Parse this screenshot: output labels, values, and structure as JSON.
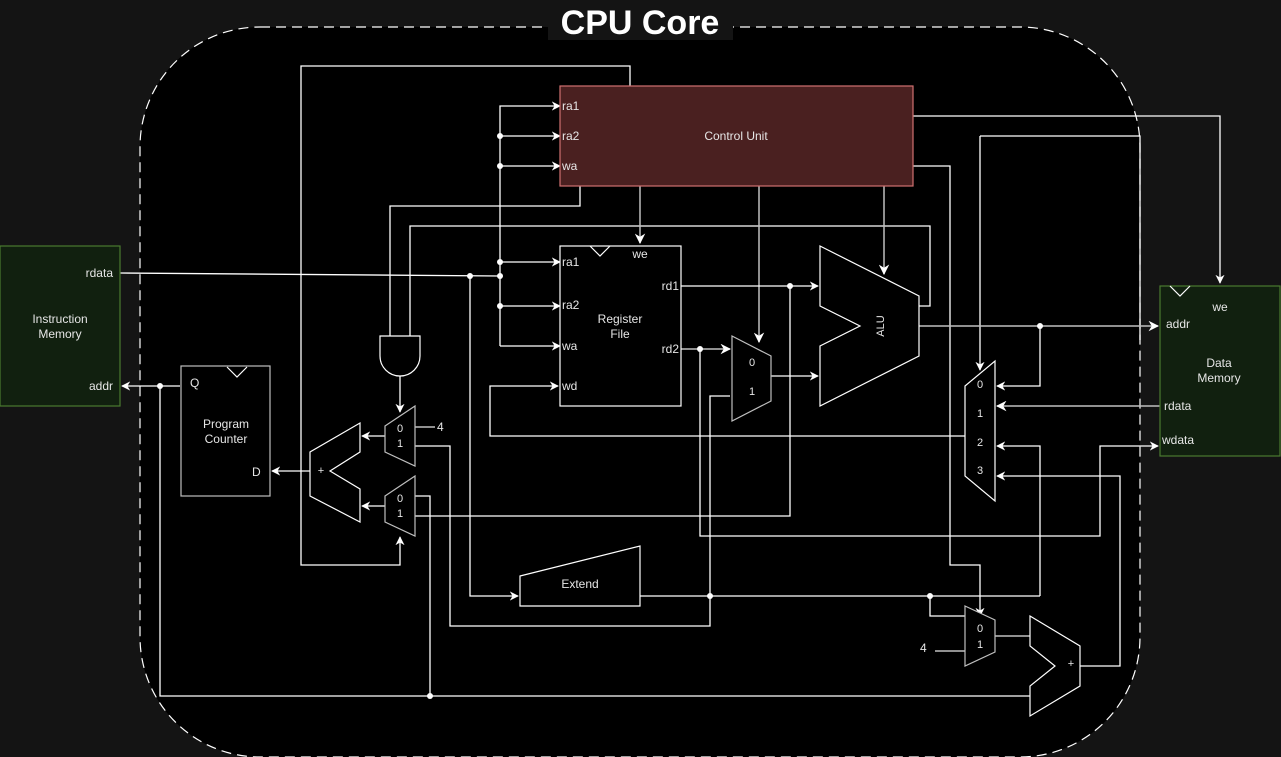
{
  "title": "CPU Core",
  "colors": {
    "background": "#141414",
    "core_fill": "#000000",
    "control_unit_fill": "#4a2020",
    "control_unit_stroke": "#d07070",
    "memory_fill": "#11200f",
    "memory_stroke": "#4a7a30",
    "wire": "#ffffff"
  },
  "instruction_memory": {
    "label_line1": "Instruction",
    "label_line2": "Memory",
    "port_rdata": "rdata",
    "port_addr": "addr"
  },
  "data_memory": {
    "label_line1": "Data",
    "label_line2": "Memory",
    "port_we": "we",
    "port_addr": "addr",
    "port_rdata": "rdata",
    "port_wdata": "wdata"
  },
  "control_unit": {
    "label": "Control Unit",
    "port_ra1": "ra1",
    "port_ra2": "ra2",
    "port_wa": "wa"
  },
  "register_file": {
    "label_line1": "Register",
    "label_line2": "File",
    "port_we": "we",
    "port_ra1": "ra1",
    "port_ra2": "ra2",
    "port_wa": "wa",
    "port_wd": "wd",
    "port_rd1": "rd1",
    "port_rd2": "rd2"
  },
  "program_counter": {
    "label_line1": "Program",
    "label_line2": "Counter",
    "port_q": "Q",
    "port_d": "D"
  },
  "alu": {
    "label": "ALU"
  },
  "extend": {
    "label": "Extend"
  },
  "muxes": {
    "alu_src": {
      "in0": "0",
      "in1": "1"
    },
    "pc_top": {
      "in0": "0",
      "in1": "1",
      "const": "4"
    },
    "pc_bottom": {
      "in0": "0",
      "in1": "1"
    },
    "result": {
      "in0": "0",
      "in1": "1",
      "in2": "2",
      "in3": "3"
    },
    "link": {
      "in0": "0",
      "in1": "1",
      "const": "4"
    }
  },
  "adders": {
    "pc_adder": {
      "label": "+"
    },
    "link_adder": {
      "label": "+"
    }
  }
}
